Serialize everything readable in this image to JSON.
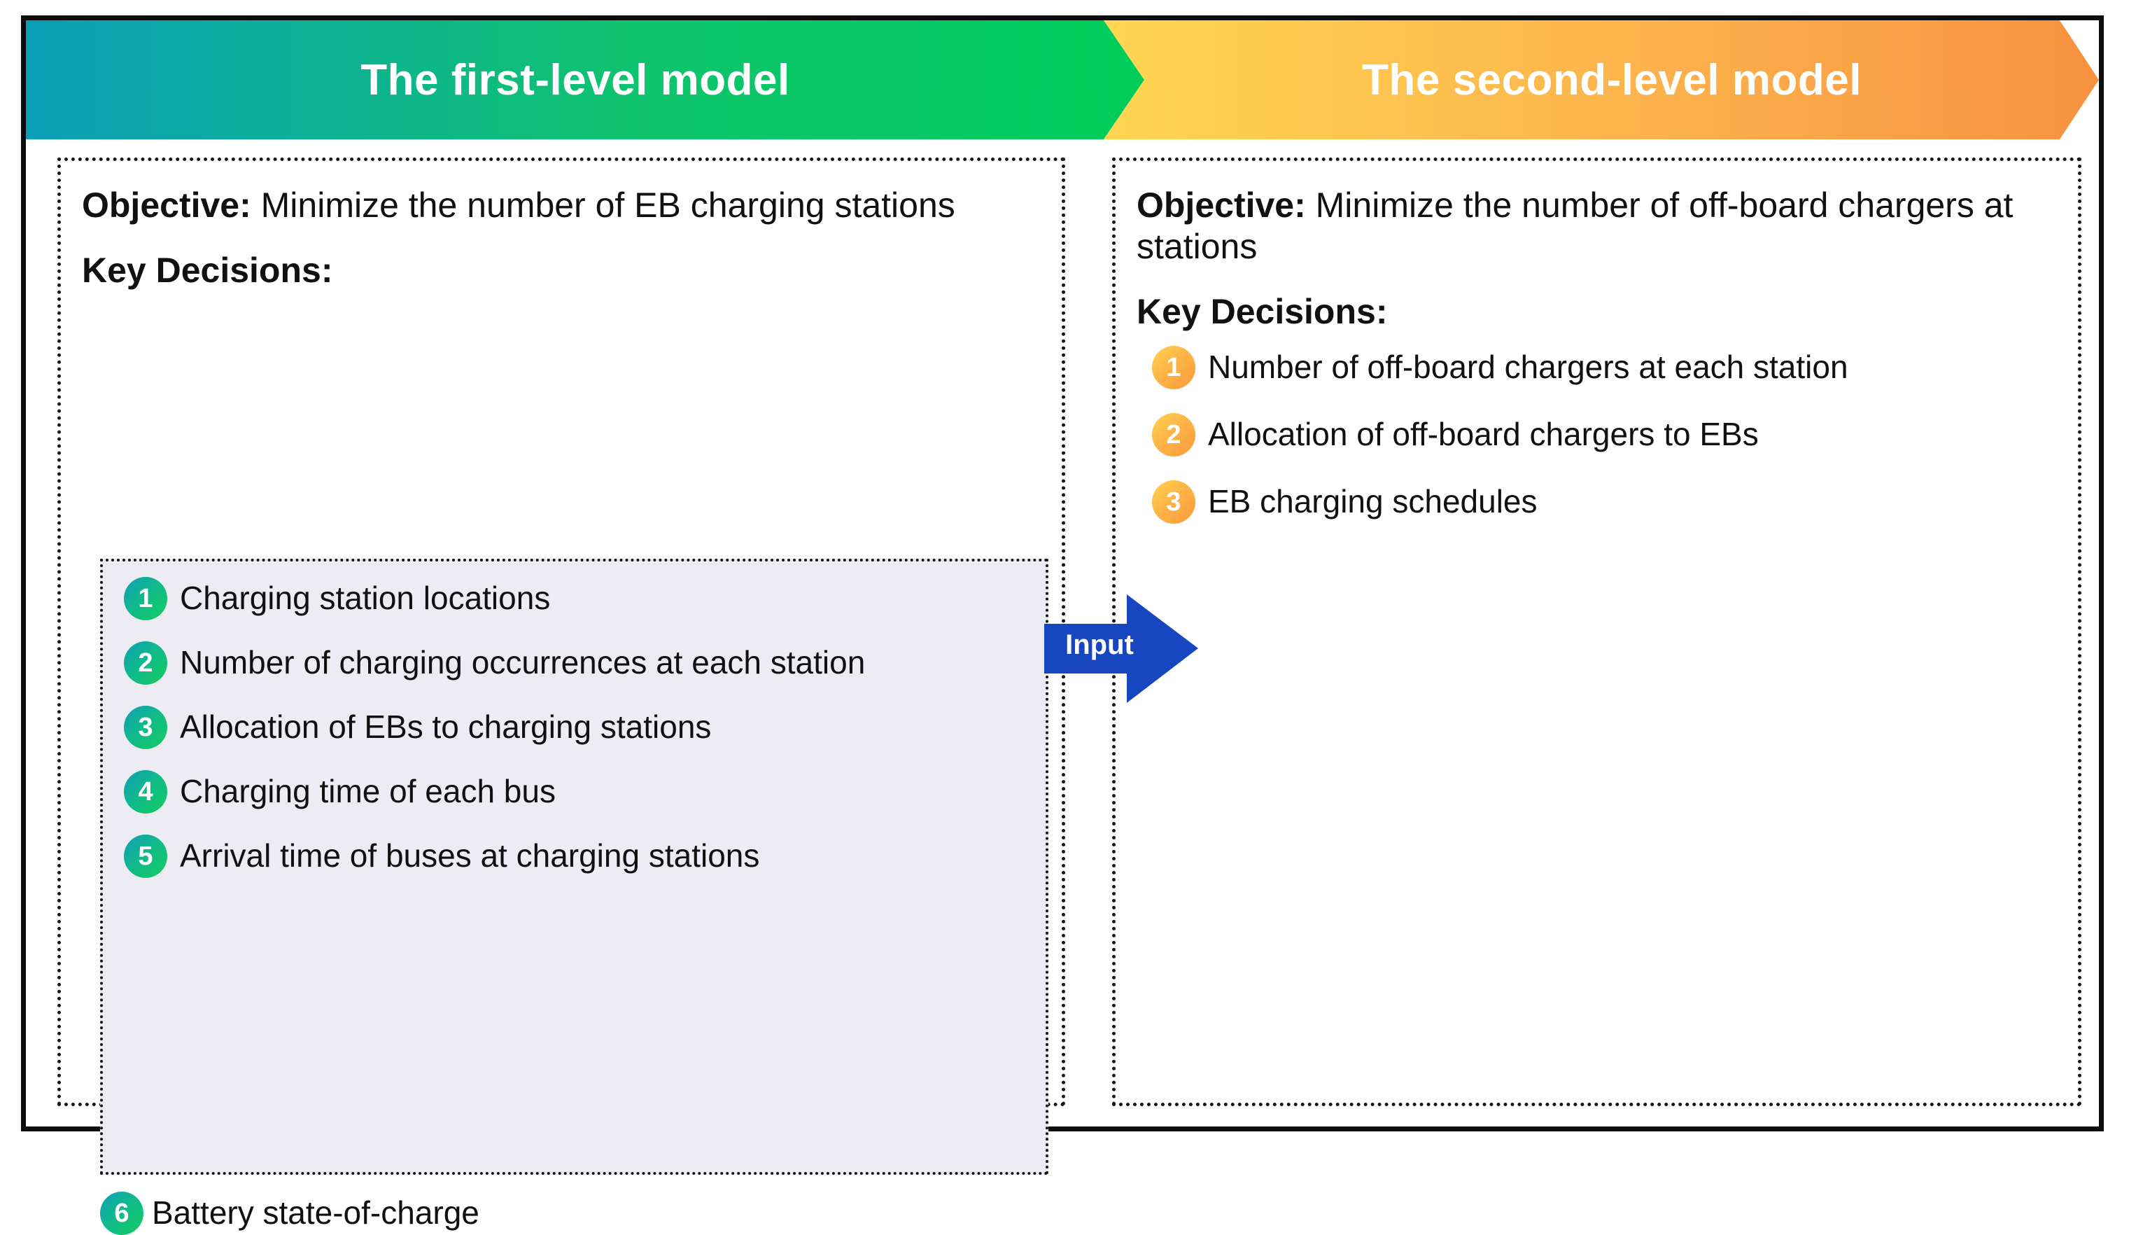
{
  "header": {
    "left_title": "The first-level model",
    "right_title": "The second-level model",
    "left_gradient": [
      "#0b9fb8",
      "#00cc5a"
    ],
    "right_gradient": [
      "#ffd652",
      "#f79240"
    ]
  },
  "connector": {
    "label": "Input",
    "color": "#1747c0"
  },
  "left_panel": {
    "objective_label": "Objective:",
    "objective_text": " Minimize the number of EB charging stations",
    "key_decisions_label": "Key Decisions:",
    "badge_gradient": [
      "#0e9db8",
      "#15cd5e"
    ],
    "shaded_bg": "#edecf2",
    "items": [
      {
        "num": "1",
        "text": "Charging station locations"
      },
      {
        "num": "2",
        "text": "Number of charging occurrences at each station"
      },
      {
        "num": "3",
        "text": "Allocation of EBs to charging stations"
      },
      {
        "num": "4",
        "text": "Charging time of each bus"
      },
      {
        "num": "5",
        "text": "Arrival time of buses at charging stations"
      },
      {
        "num": "6",
        "text": "Battery state-of-charge"
      }
    ]
  },
  "right_panel": {
    "objective_label": "Objective:",
    "objective_text": " Minimize the number of off-board chargers at stations",
    "key_decisions_label": "Key Decisions:",
    "badge_gradient": [
      "#ffd24f",
      "#fb9a3c"
    ],
    "items": [
      {
        "num": "1",
        "text": "Number of off-board chargers at each station"
      },
      {
        "num": "2",
        "text": "Allocation of off-board chargers to EBs"
      },
      {
        "num": "3",
        "text": "EB charging schedules"
      }
    ]
  }
}
